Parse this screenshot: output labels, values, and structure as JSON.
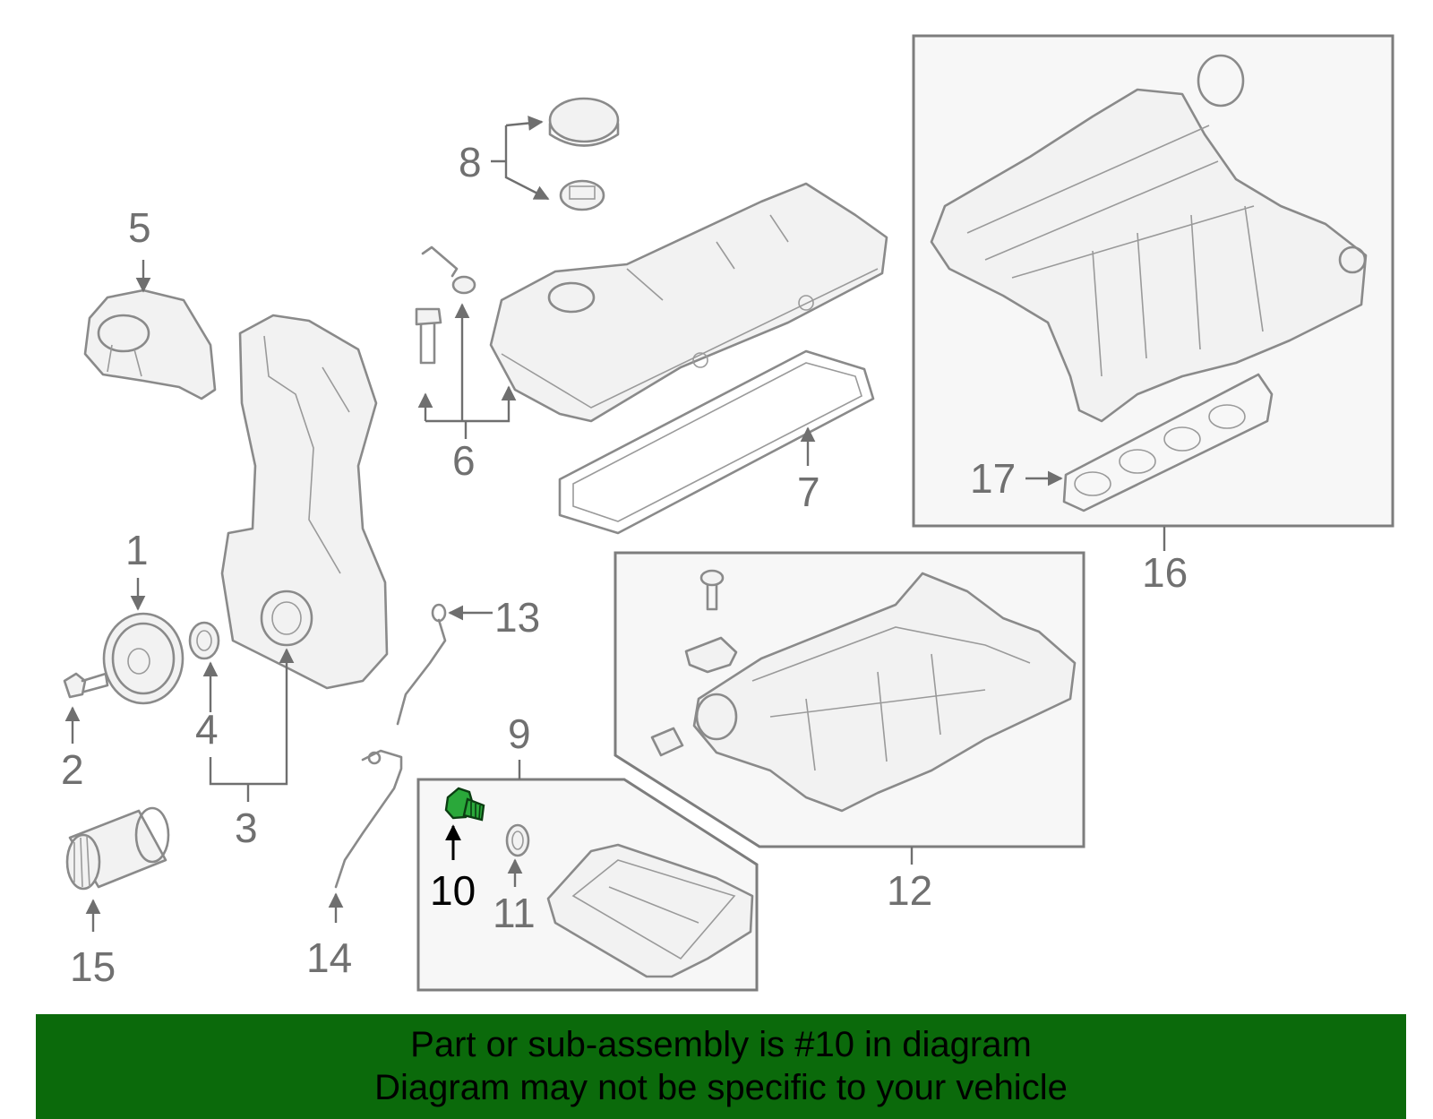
{
  "callouts": {
    "c1": "1",
    "c2": "2",
    "c3": "3",
    "c4": "4",
    "c5": "5",
    "c6": "6",
    "c7": "7",
    "c8": "8",
    "c9": "9",
    "c10": "10",
    "c11": "11",
    "c12": "12",
    "c13": "13",
    "c14": "14",
    "c15": "15",
    "c16": "16",
    "c17": "17"
  },
  "highlight": {
    "callout": "10",
    "color": "#2aa83a"
  },
  "banner": {
    "line1": "Part or sub-assembly is #10 in diagram",
    "line2": "Diagram may not be specific to your vehicle",
    "background": "#0b6a0b"
  }
}
